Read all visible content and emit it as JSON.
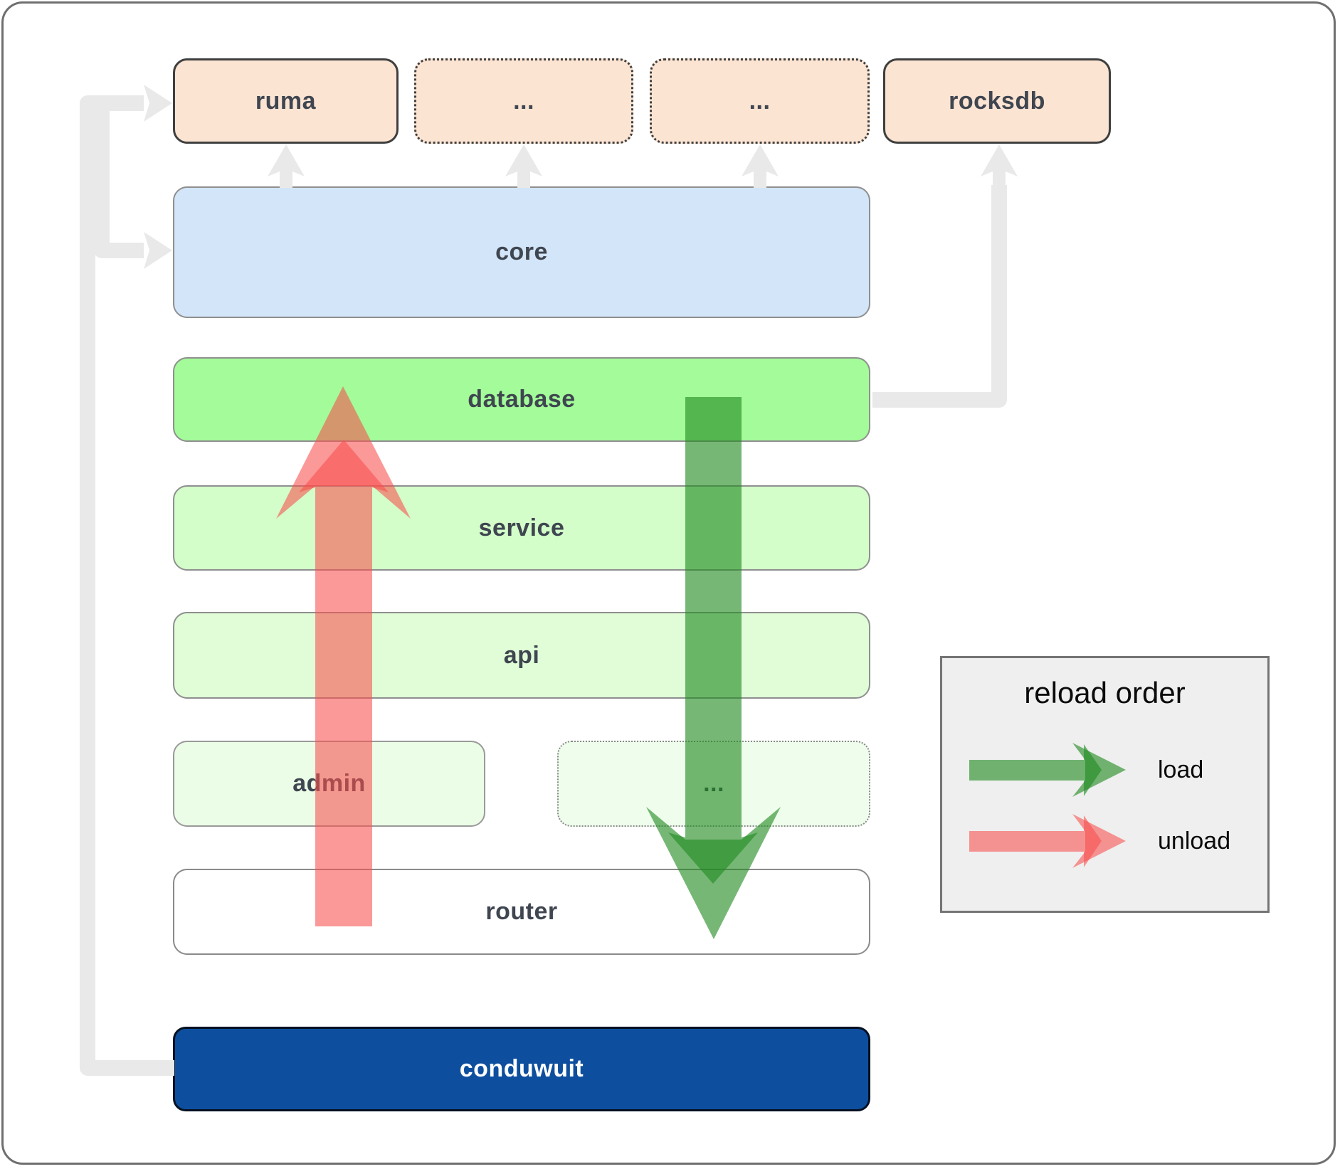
{
  "nodes": {
    "ruma": {
      "label": "ruma"
    },
    "dep1": {
      "label": "..."
    },
    "dep2": {
      "label": "..."
    },
    "rocksdb": {
      "label": "rocksdb"
    },
    "core": {
      "label": "core"
    },
    "database": {
      "label": "database"
    },
    "service": {
      "label": "service"
    },
    "api": {
      "label": "api"
    },
    "admin": {
      "label": "admin"
    },
    "admin_more": {
      "label": "..."
    },
    "router": {
      "label": "router"
    },
    "conduwuit": {
      "label": "conduwuit"
    }
  },
  "legend": {
    "title": "reload order",
    "items": [
      {
        "label": "load",
        "color": "#228b22"
      },
      {
        "label": "unload",
        "color": "#f8504d"
      }
    ]
  },
  "colors": {
    "page_border": "#6f6f6f",
    "node_border_dark": "#3f3f3f",
    "node_border_gray": "#8f8f8f",
    "label": "#3f4650",
    "peach": "#fce4d3",
    "blue": "#d3e5f8",
    "green_bright": "#a3fb99",
    "green_light": "#d3fdc9",
    "green_lighter": "#e0fdd7",
    "green_faint": "#ebfce7",
    "green_faint2": "#eefdec",
    "white": "#ffffff",
    "conduwuit_blue": "#0d4f9e",
    "connector_gray": "#e9e9e9",
    "load_green": "#228b22",
    "unload_red": "#f8504d",
    "legend_bg": "#efefef",
    "legend_border": "#757575"
  }
}
